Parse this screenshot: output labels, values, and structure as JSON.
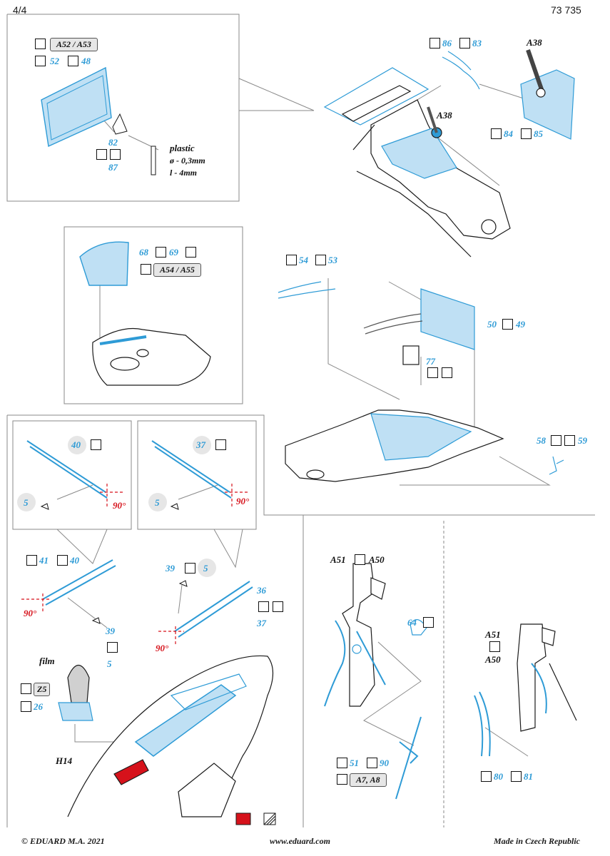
{
  "header": {
    "page": "4/4",
    "code": "73 735"
  },
  "footer": {
    "copyright": "© EDUARD  M.A. 2021",
    "website": "www.eduard.com",
    "made_in": "Made in Czech Republic"
  },
  "panel_topleft": {
    "ref_parts": "A52 / A53",
    "p52": "52",
    "p48": "48",
    "p82": "82",
    "p87": "87",
    "plastic": "plastic",
    "dia": "ø - 0,3mm",
    "len": "l - 4mm"
  },
  "panel_topright": {
    "p86": "86",
    "p83": "83",
    "a38_top": "A38",
    "a38_mid": "A38",
    "p84": "84",
    "p85": "85"
  },
  "panel_instrument": {
    "p68": "68",
    "p69": "69",
    "ref_parts": "A54 / A55"
  },
  "panel_cockpit_side": {
    "p54": "54",
    "p53": "53",
    "p50": "50",
    "p49": "49",
    "p77": "77",
    "p58": "58",
    "p59": "59"
  },
  "panel_rails": {
    "p40a": "40",
    "p5a": "5",
    "angle_a": "90°",
    "p37a": "37",
    "p5b": "5",
    "angle_b": "90°",
    "p41": "41",
    "p40b": "40",
    "angle_c": "90°",
    "p39a": "39",
    "p5c": "5",
    "p39b": "39",
    "p5d": "5",
    "p36": "36",
    "p37b": "37",
    "angle_d": "90°",
    "film": "film",
    "z5": "Z5",
    "p26": "26",
    "h14": "H14"
  },
  "panel_seat": {
    "a51": "A51",
    "a50": "A50",
    "p64": "64",
    "p51": "51",
    "p90": "90",
    "ref_parts": "A7, A8"
  },
  "panel_seat2": {
    "a51": "A51",
    "a50": "A50",
    "p80": "80",
    "p81": "81"
  },
  "colors": {
    "accent": "#2e9bd6",
    "red": "#d6121b",
    "fill": "#bfe0f4"
  }
}
